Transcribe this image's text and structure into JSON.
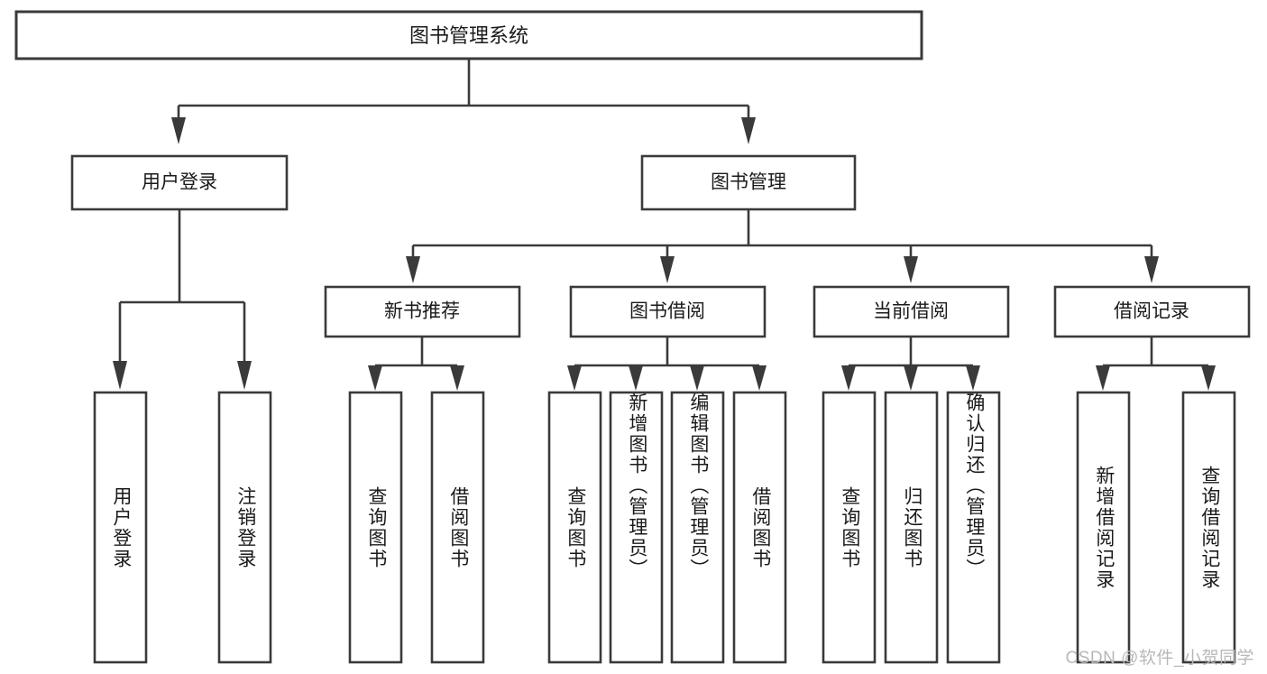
{
  "diagram": {
    "title": "图书管理系统",
    "type": "tree",
    "root": {
      "id": "root",
      "label": "图书管理系统",
      "orientation": "horizontal"
    },
    "level2": [
      {
        "id": "user-login",
        "label": "用户登录",
        "orientation": "horizontal"
      },
      {
        "id": "book-manage",
        "label": "图书管理",
        "orientation": "horizontal"
      }
    ],
    "level3": [
      {
        "id": "new-book-rec",
        "label": "新书推荐",
        "parent": "book-manage",
        "orientation": "horizontal"
      },
      {
        "id": "book-borrow",
        "label": "图书借阅",
        "parent": "book-manage",
        "orientation": "horizontal"
      },
      {
        "id": "current-borrow",
        "label": "当前借阅",
        "parent": "book-manage",
        "orientation": "horizontal"
      },
      {
        "id": "borrow-record",
        "label": "借阅记录",
        "parent": "book-manage",
        "orientation": "horizontal"
      }
    ],
    "leaves": [
      {
        "id": "leaf-user-login",
        "label": "用户登录",
        "parent": "user-login",
        "orientation": "vertical"
      },
      {
        "id": "leaf-user-logout",
        "label": "注销登录",
        "parent": "user-login",
        "orientation": "vertical"
      },
      {
        "id": "leaf-query-book-rec",
        "label": "查询图书",
        "parent": "new-book-rec",
        "orientation": "vertical"
      },
      {
        "id": "leaf-borrow-book-rec",
        "label": "借阅图书",
        "parent": "new-book-rec",
        "orientation": "vertical"
      },
      {
        "id": "leaf-query-book-borrow",
        "label": "查询图书",
        "parent": "book-borrow",
        "orientation": "vertical"
      },
      {
        "id": "leaf-add-book",
        "label": "新增图书（管理员）",
        "parent": "book-borrow",
        "orientation": "vertical"
      },
      {
        "id": "leaf-edit-book",
        "label": "编辑图书（管理员）",
        "parent": "book-borrow",
        "orientation": "vertical"
      },
      {
        "id": "leaf-borrow-book",
        "label": "借阅图书",
        "parent": "book-borrow",
        "orientation": "vertical"
      },
      {
        "id": "leaf-query-book-current",
        "label": "查询图书",
        "parent": "current-borrow",
        "orientation": "vertical"
      },
      {
        "id": "leaf-return-book",
        "label": "归还图书",
        "parent": "current-borrow",
        "orientation": "vertical"
      },
      {
        "id": "leaf-confirm-return",
        "label": "确认归还（管理员）",
        "parent": "current-borrow",
        "orientation": "vertical"
      },
      {
        "id": "leaf-add-record",
        "label": "新增借阅记录",
        "parent": "borrow-record",
        "orientation": "vertical"
      },
      {
        "id": "leaf-query-record",
        "label": "查询借阅记录",
        "parent": "borrow-record",
        "orientation": "vertical"
      }
    ],
    "colors": {
      "stroke": "#3a3a3a",
      "fill": "#ffffff",
      "text": "#1a1a1a",
      "watermark": "#b8b8b8",
      "background": "#ffffff"
    }
  },
  "watermark": {
    "text": "CSDN @软件_小贺同学"
  }
}
